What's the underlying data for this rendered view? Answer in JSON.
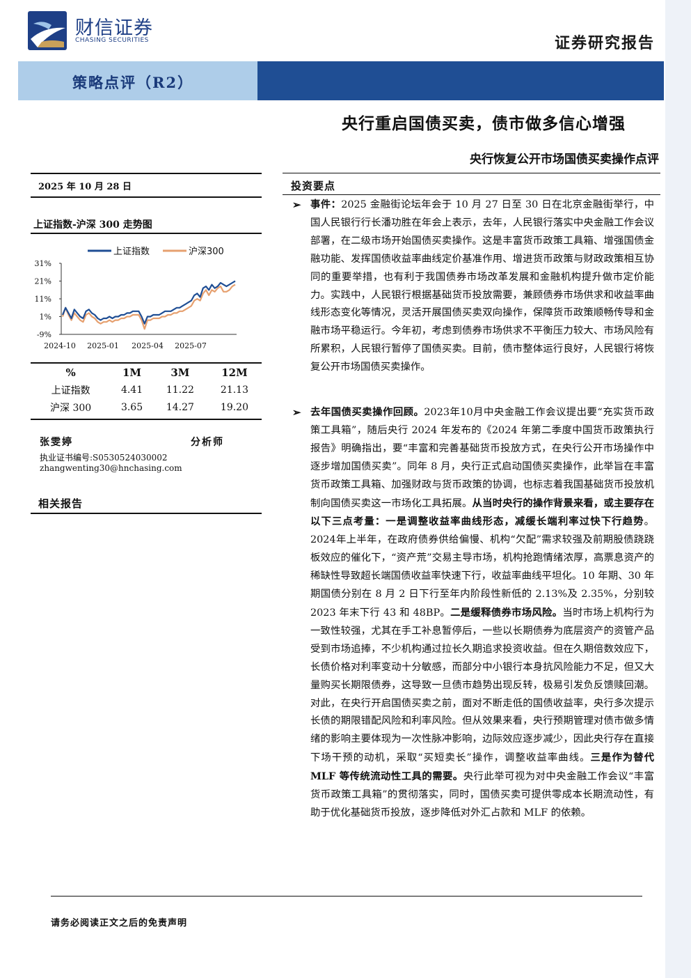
{
  "header": {
    "logo_cn": "财信证券",
    "logo_en": "CHASING SECURITIES",
    "report_type": "证券研究报告",
    "banner": "策略点评（R2）",
    "title": "央行重启国债买卖，债市做多信心增强",
    "subtitle": "央行恢复公开市场国债买卖操作点评"
  },
  "colors": {
    "brand_dark": "#1f4e94",
    "brand_light": "#aecde9",
    "sh_index": "#1f4e94",
    "csi300": "#e6a06f"
  },
  "sidebar": {
    "date": "2025 年 10 月 28 日",
    "chart_title": "上证指数-沪深 300 走势图",
    "table": {
      "headers": [
        "%",
        "1M",
        "3M",
        "12M"
      ],
      "rows": [
        [
          "上证指数",
          "4.41",
          "11.22",
          "21.13"
        ],
        [
          "沪深 300",
          "3.65",
          "14.27",
          "19.20"
        ]
      ]
    },
    "analyst": {
      "name": "张雯婷",
      "role": "分析师",
      "cert": "执业证书编号:S0530524030002",
      "email": "zhangwenting30@hnchasing.com"
    },
    "related": "相关报告"
  },
  "chart_data": {
    "type": "line",
    "x_ticks": [
      "2024-10",
      "2025-01",
      "2025-04",
      "2025-07"
    ],
    "y_ticks": [
      "31%",
      "21%",
      "11%",
      "1%",
      "-9%"
    ],
    "ylim": [
      -9,
      31
    ],
    "legend": [
      "上证指数",
      "沪深300"
    ],
    "legend_position": "top",
    "grid": false,
    "series": [
      {
        "name": "上证指数",
        "values": [
          2,
          6,
          3,
          0,
          5,
          3,
          1,
          0,
          4,
          5,
          3,
          2,
          0,
          -1,
          0,
          0,
          1,
          0,
          1,
          1,
          2,
          2,
          3,
          3,
          4,
          4,
          4,
          1,
          -3,
          1,
          1,
          2,
          2,
          2,
          3,
          4,
          4,
          4,
          5,
          6,
          6,
          7,
          8,
          9,
          10,
          13,
          14,
          12,
          17,
          18,
          16,
          19,
          17,
          18,
          20,
          19,
          18,
          19,
          20,
          21
        ]
      },
      {
        "name": "沪深300",
        "values": [
          1,
          6,
          2,
          -1,
          3,
          1,
          -1,
          -2,
          2,
          3,
          1,
          0,
          -2,
          -3,
          -2,
          -2,
          -1,
          -2,
          -1,
          -1,
          0,
          0,
          1,
          1,
          2,
          2,
          2,
          -1,
          -6,
          -1,
          -1,
          0,
          0,
          0,
          1,
          1,
          2,
          2,
          3,
          3,
          4,
          4,
          5,
          6,
          7,
          10,
          11,
          10,
          14,
          16,
          13,
          16,
          15,
          17,
          18,
          15,
          15,
          16,
          18,
          19
        ]
      }
    ]
  },
  "main": {
    "section_title": "投资要点",
    "bullet_symbol": "➢",
    "para1": {
      "lead": "事件：",
      "text": "2025 金融街论坛年会于 10 月 27 日至 30 日在北京金融街举行，中国人民银行行长潘功胜在年会上表示，去年，人民银行落实中央金融工作会议部署，在二级市场开始国债买卖操作。这是丰富货币政策工具箱、增强国债金融功能、发挥国债收益率曲线定价基准作用、增进货币政策与财政政策相互协同的重要举措，也有利于我国债券市场改革发展和金融机构提升做市定价能力。实践中，人民银行根据基础货币投放需要，兼顾债券市场供求和收益率曲线形态变化等情况，灵活开展国债买卖双向操作，保障货币政策顺畅传导和金融市场平稳运行。今年初，考虑到债券市场供求不平衡压力较大、市场风险有所累积，人民银行暂停了国债买卖。目前，债市整体运行良好，人民银行将恢复公开市场国债买卖操作。"
    },
    "para2": {
      "lead": "去年国债买卖操作回顾。",
      "t1": "2023年10月中央金融工作会议提出要“充实货币政策工具箱”，随后央行 2024 年发布的《2024 年第二季度中国货币政策执行报告》明确指出，要“丰富和完善基础货币投放方式，在央行公开市场操作中逐步增加国债买卖”。同年 8 月，央行正式启动国债买卖操作，此举旨在丰富货币政策工具箱、加强财政与货币政策的协调，也标志着我国基础货币投放机制向国债买卖这一市场化工具拓展。",
      "b1": "从当时央行的操作背景来看，或主要存在以下三点考量：一是调整收益率曲线形态，减缓长端利率过快下行趋势",
      "t2": "。2024年上半年，在政府债券供给偏慢、机构“欠配”需求较强及前期股债跷跷板效应的催化下，“资产荒”交易主导市场，机构抢跑情绪浓厚，高票息资产的稀缺性导致超长端国债收益率快速下行，收益率曲线平坦化。10 年期、30 年期国债分别在 8 月 2 日下行至年内阶段性新低的 2.13%及 2.35%，分别较 2023 年末下行 43 和 48BP。",
      "b2": "二是缓释债券市场风险。",
      "t3": "当时市场上机构行为一致性较强，尤其在手工补息暂停后，一些以长期债券为底层资产的资管产品受到市场追捧，不少机构通过拉长久期追求投资收益。但在久期倍数效应下，长债价格对利率变动十分敏感，而部分中小银行本身抗风险能力不足，但又大量购买长期限债券，这导致一旦债市趋势出现反转，极易引发负反馈赎回潮。对此，在央行开启国债买卖之前，面对不断走低的国债收益率，央行多次提示长债的期限错配风险和利率风险。但从效果来看，央行预期管理对债市做多情绪的影响主要体现为一次性脉冲影响，边际效应逐步减少，因此央行存在直接下场干预的动机，采取“买短卖长”操作，调整收益率曲线。",
      "b3": "三是作为替代 MLF 等传统流动性工具的需要。",
      "t4": "央行此举可视为对中央金融工作会议“丰富货币政策工具箱”的贯彻落实，同时，国债买卖可提供零成本长期流动性，有助于优化基础货币投放，逐步降低对外汇占款和 MLF 的依赖。"
    }
  },
  "footer": {
    "disclaimer": "请务必阅读正文之后的免责声明"
  }
}
